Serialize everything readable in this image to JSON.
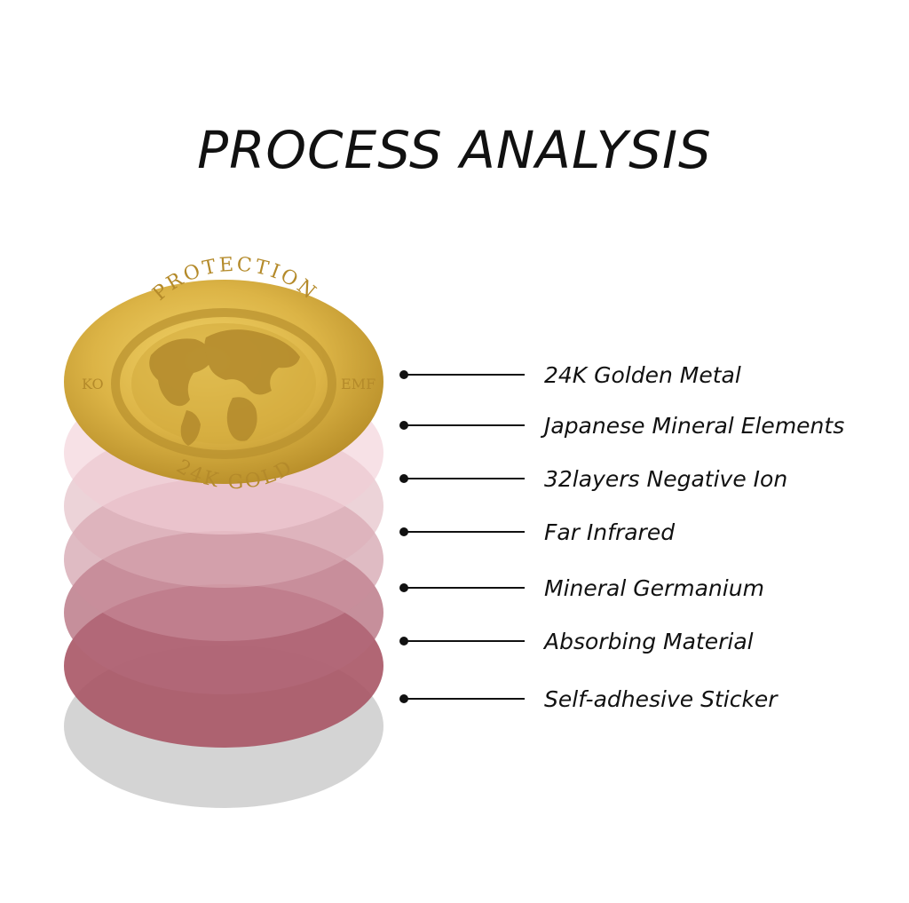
{
  "title": "PROCESS ANALYSIS",
  "coin": {
    "top_text": "PROTECTION",
    "bottom_text": "24K GOLD",
    "left_text": "KO",
    "right_text": "EMF",
    "emblem": "globe-icon"
  },
  "layers": [
    {
      "label": "24K Golden Metal",
      "color": "#d8b343"
    },
    {
      "label": "Japanese Mineral Elements",
      "color": "#f3d3db"
    },
    {
      "label": "32layers Negative Ion",
      "color": "#e2b8c2"
    },
    {
      "label": "Far Infrared",
      "color": "#d39fab"
    },
    {
      "label": "Mineral Germanium",
      "color": "#c17f8d"
    },
    {
      "label": "Absorbing Material",
      "color": "#a85565"
    },
    {
      "label": "Self-adhesive Sticker",
      "color": "#cfcfcf"
    }
  ]
}
